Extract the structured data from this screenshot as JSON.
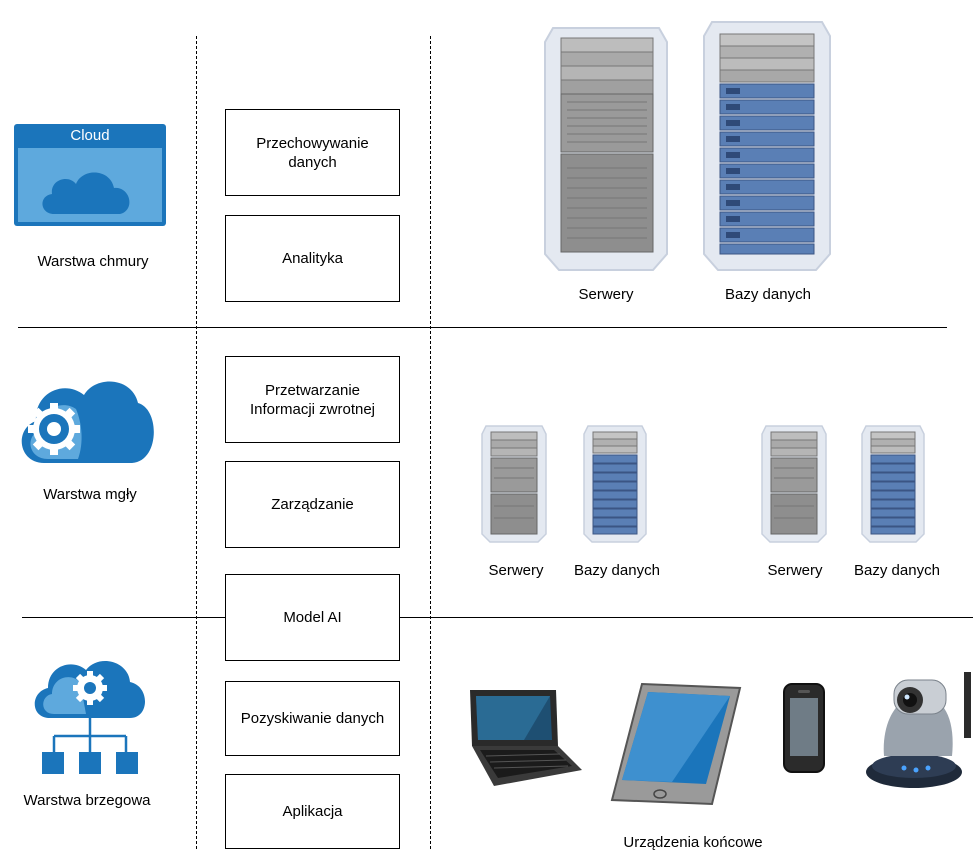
{
  "layers": {
    "cloud": {
      "label": "Warstwa chmury",
      "icon_text": "Cloud",
      "icon": "cloud-window-icon"
    },
    "fog": {
      "label": "Warstwa mgły",
      "icon": "cloud-gear-icon"
    },
    "edge": {
      "label": "Warstwa brzegowa",
      "icon": "cloud-network-icon"
    }
  },
  "functions": [
    {
      "label": "Przechowywanie danych"
    },
    {
      "label": "Analityka"
    },
    {
      "label": "Przetwarzanie Informacji zwrotnej"
    },
    {
      "label": "Zarządzanie"
    },
    {
      "label": "Model AI"
    },
    {
      "label": "Pozyskiwanie danych"
    },
    {
      "label": "Aplikacja"
    }
  ],
  "cloud_resources": {
    "servers": "Serwery",
    "databases": "Bazy danych"
  },
  "fog_resources": [
    {
      "servers": "Serwery",
      "databases": "Bazy danych"
    },
    {
      "servers": "Serwery",
      "databases": "Bazy danych"
    }
  ],
  "edge_devices": {
    "label": "Urządzenia końcowe",
    "icons": [
      "laptop-icon",
      "tablet-icon",
      "smartphone-icon",
      "ip-camera-icon"
    ]
  },
  "colors": {
    "cloud_blue": "#1b75bb",
    "cloud_light": "#5ea9dd",
    "server_grey": "#8a8a8a",
    "db_blue": "#5a7fb5"
  }
}
